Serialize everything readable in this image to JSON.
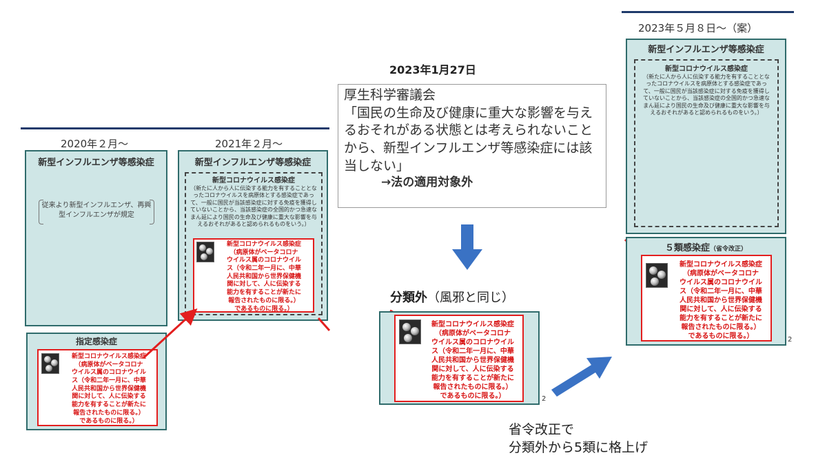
{
  "panel_2020": {
    "date": "2020年２月～",
    "title": "新型インフルエンザ等感染症",
    "note": "従来より新型インフルエンザ、再興型インフルエンザが規定"
  },
  "panel_2021": {
    "date": "2021年２月～",
    "title": "新型インフルエンザ等感染症",
    "dashed_title": "新型コロナウイルス感染症",
    "dashed_text": "（新たに人から人に伝染する能力を有することとなったコロナウイルスを病原体とする感染症であって、一般に国民が当該感染症に対する免疫を獲得していないことから、当該感染症の全国的かつ急速なまん延により国民の生命及び健康に重大な影響を与えるおそれがあると認められるものをいう。）"
  },
  "panel_shitei": {
    "title": "指定感染症"
  },
  "covid_def": "新型コロナウイルス感染症\n（病原体がベータコロナ\nウイルス属のコロナウイル\nス（令和二年一月に、中華\n人民共和国から世界保健機\n関に対して、人に伝染する\n能力を有することが新たに\n報告されたものに限る。）\nであるものに限る。）",
  "center": {
    "date": "2023年1月27日",
    "council_name": "厚生科学審議会",
    "council_quote": "「国民の生命及び健康に重大な影響を与えるおそれがある状態とは考えられないことから、新型インフルエンザ等感染症には該当しない」",
    "result": "→法の適用対象外",
    "class_bold": "分類外",
    "class_note": "（風邪と同じ）",
    "page_num": "2"
  },
  "panel_2023": {
    "date": "2023年５月８日～（案）",
    "title": "新型インフルエンザ等感染症",
    "dashed_title": "新型コロナウイルス感染症",
    "dashed_text": "（新たに人から人に伝染する能力を有することとなったコロナウイルスを病原体とする感染症であって、一般に国民が当該感染症に対する免疫を獲得していないことから、当該感染症の全国的かつ急速なまん延により国民の生命及び健康に重大な影響を与えるおそれがあると認められるものをいう。）",
    "class5_title": "５類感染症",
    "class5_note": "（省令改正）",
    "page_num": "2"
  },
  "bottom_note": {
    "line1": "省令改正で",
    "line2": "分類外から5類に格上げ"
  },
  "colors": {
    "panel_bg": "#cfe6e6",
    "accent_red": "#e31e1e",
    "arrow_blue": "#3a72c4",
    "navy": "#1f3a6b"
  }
}
